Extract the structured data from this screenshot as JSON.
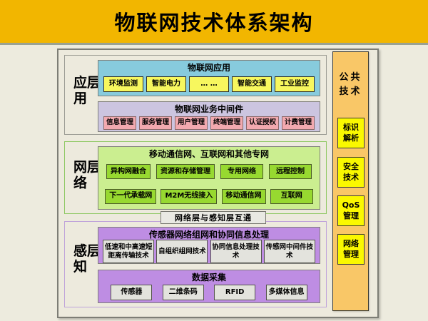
{
  "title": "物联网技术体系架构",
  "application": {
    "label": "应用层",
    "iot_apps": {
      "title": "物联网应用",
      "items": [
        "环境监测",
        "智能电力",
        "… …",
        "智能交通",
        "工业监控"
      ]
    },
    "middleware": {
      "title": "物联网业务中间件",
      "items": [
        "信息管理",
        "服务管理",
        "用户管理",
        "终端管理",
        "认证授权",
        "计费管理"
      ]
    }
  },
  "network": {
    "label": "网络层",
    "net_box": {
      "title": "移动通信网、互联网和其他专网",
      "items": [
        "异构网融合",
        "资源和存储管理",
        "专用网络",
        "远程控制",
        "下一代承载网",
        "M2M无线接入",
        "移动通信网",
        "互联网"
      ]
    }
  },
  "connector": "网络层与感知层互通",
  "perception": {
    "label": "感知层",
    "sensor_net": {
      "title": "传感器网络组网和协同信息处理",
      "items": [
        "低速和中高速短距离传输技术",
        "自组织组网技术",
        "协同信息处理技术",
        "传感网中间件技术"
      ]
    },
    "data_collection": {
      "title": "数据采集",
      "items": [
        "传感器",
        "二维条码",
        "RFID",
        "多媒体信息"
      ]
    }
  },
  "common": {
    "title": "公共技术",
    "items": [
      "标识解析",
      "安全技术",
      "QoS管理",
      "网络管理"
    ]
  },
  "colors": {
    "header_bg": "#F2B600",
    "page_bg": "#EDEBDE",
    "iot_apps_bg": "#87CBDD",
    "middleware_bg": "#CCC5E0",
    "network_bg": "#CBEE90",
    "perception_bg": "#BE8DE3",
    "app_btn": "#F7F75E",
    "middleware_btn": "#F2A9AF",
    "network_btn": "#97D930",
    "gray_btn": "#E3E3DD",
    "sidebar_bg": "#F9C767",
    "sidebar_btn": "#FAF800"
  }
}
